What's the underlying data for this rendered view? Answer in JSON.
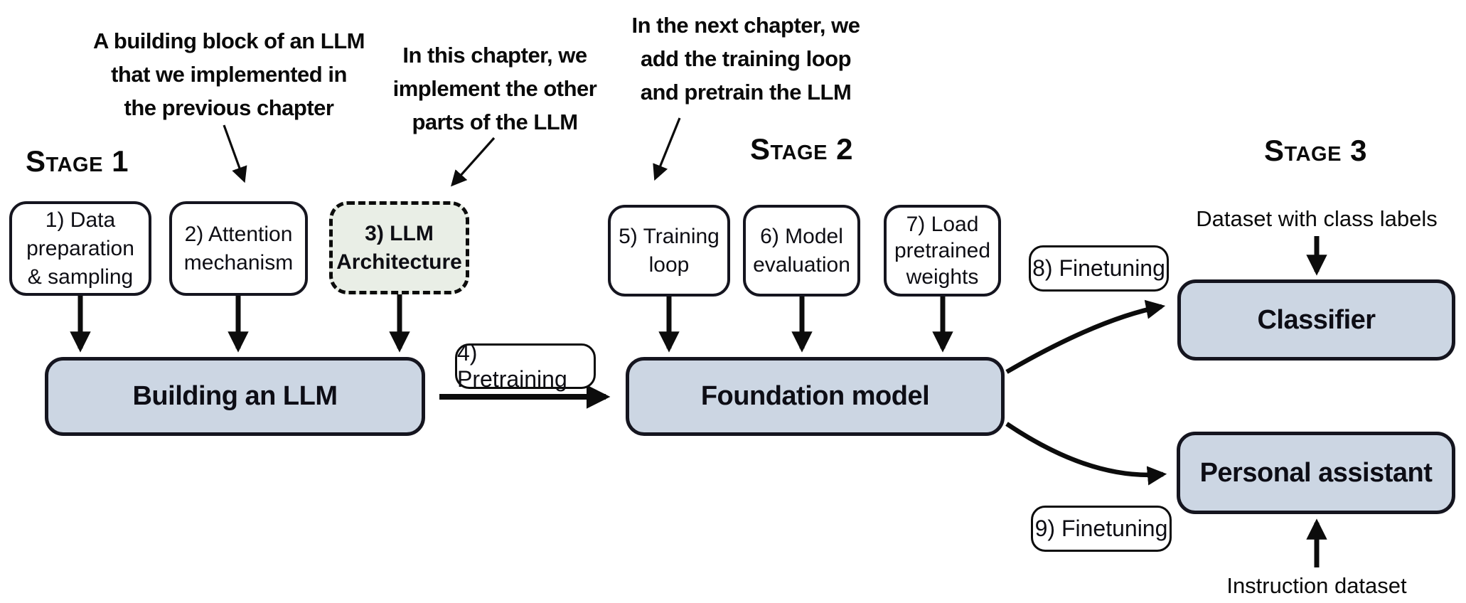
{
  "colors": {
    "box_fill_blue": "#ccd6e3",
    "box_fill_green": "#e9eee6",
    "box_fill_white": "#ffffff",
    "stroke_dark": "#15151f",
    "text_dark": "#0e0e14",
    "bg": "#ffffff"
  },
  "stages": {
    "stage1": "Stage 1",
    "stage2": "Stage 2",
    "stage3": "Stage 3"
  },
  "annotations": {
    "building_block": {
      "line1": "A building block of an LLM",
      "line2": "that we implemented in",
      "line3": "the previous chapter"
    },
    "this_chapter": {
      "line1": "In this chapter, we",
      "line2": "implement the other",
      "line3": "parts of the LLM"
    },
    "next_chapter": {
      "line1": "In the next chapter, we",
      "line2": "add the training loop",
      "line3": "and pretrain the LLM"
    }
  },
  "step_boxes": {
    "data_preparation": {
      "line1": "1) Data",
      "line2": "preparation",
      "line3": "& sampling"
    },
    "attention": {
      "line1": "2) Attention",
      "line2": "mechanism"
    },
    "llm_architecture": {
      "line1": "3) LLM",
      "line2": "Architecture"
    },
    "training_loop": {
      "line1": "5) Training",
      "line2": "loop"
    },
    "model_evaluation": {
      "line1": "6) Model",
      "line2": "evaluation"
    },
    "load_weights": {
      "line1": "7) Load",
      "line2": "pretrained",
      "line3": "weights"
    }
  },
  "pills": {
    "pretraining": "4) Pretraining",
    "finetuning_classifier": "8) Finetuning",
    "finetuning_assistant": "9) Finetuning"
  },
  "main_boxes": {
    "building_llm": "Building an LLM",
    "foundation_model": "Foundation model",
    "classifier": "Classifier",
    "personal_assistant": "Personal assistant"
  },
  "labels": {
    "dataset_class": "Dataset with class labels",
    "instruction_dataset": "Instruction dataset"
  }
}
